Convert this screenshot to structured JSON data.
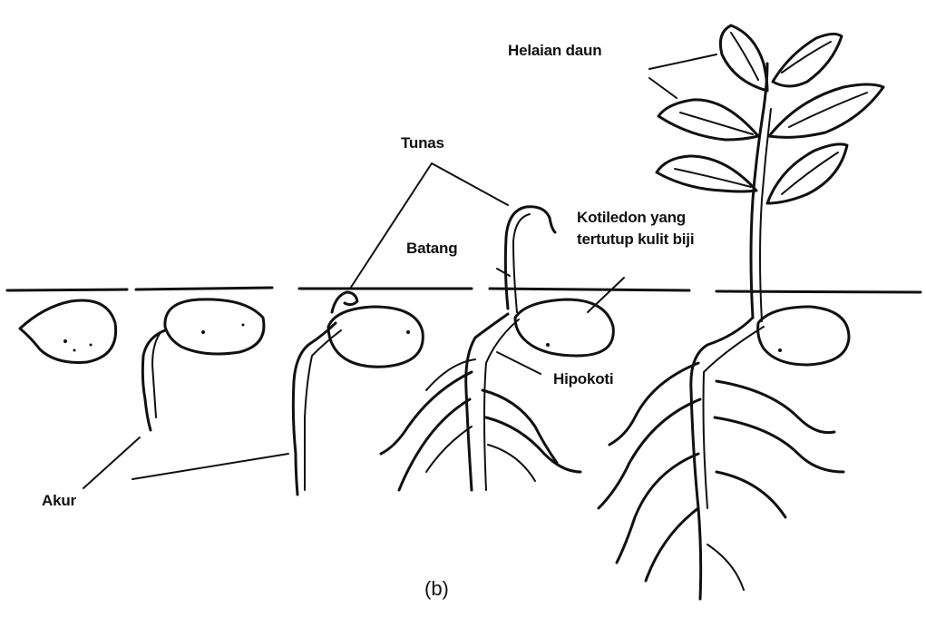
{
  "labels": {
    "tunas": "Tunas",
    "helaian_daun": "Helaian daun",
    "kotiledon_line1": "Kotiledon yang",
    "kotiledon_line2": "tertutup kulit biji",
    "batang": "Batang",
    "hipokotil": "Hipokoti",
    "akar": "Akur"
  },
  "caption": "(b)"
}
